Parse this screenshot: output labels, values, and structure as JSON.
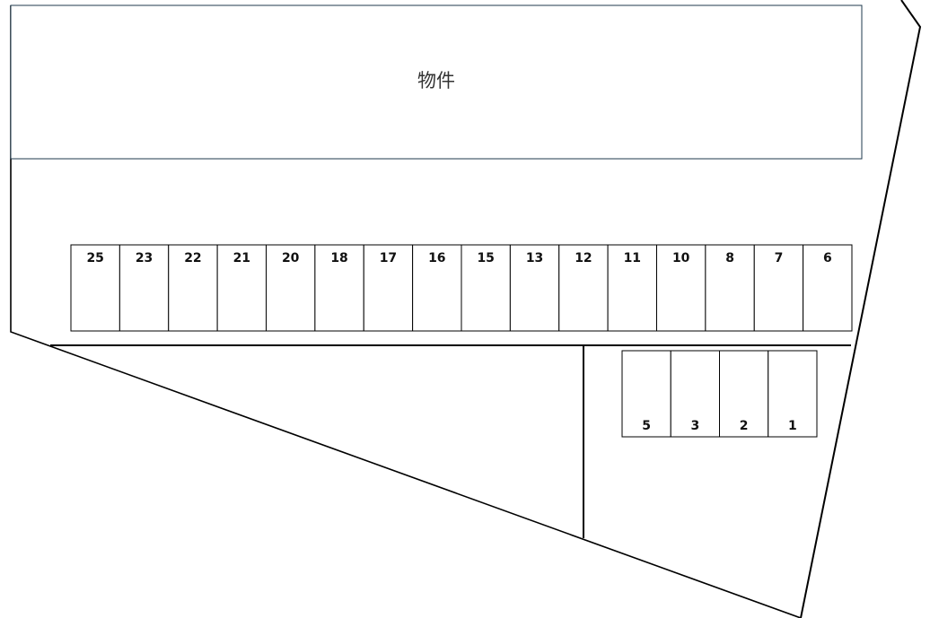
{
  "building": {
    "label": "物件"
  },
  "upper_row": {
    "spaces": [
      "25",
      "23",
      "22",
      "21",
      "20",
      "18",
      "17",
      "16",
      "15",
      "13",
      "12",
      "11",
      "10",
      "8",
      "7",
      "6"
    ]
  },
  "lower_row": {
    "spaces": [
      "5",
      "3",
      "2",
      "1"
    ]
  },
  "colors": {
    "line": "#000000",
    "building_border": "#1f3a4d",
    "background": "#ffffff"
  }
}
